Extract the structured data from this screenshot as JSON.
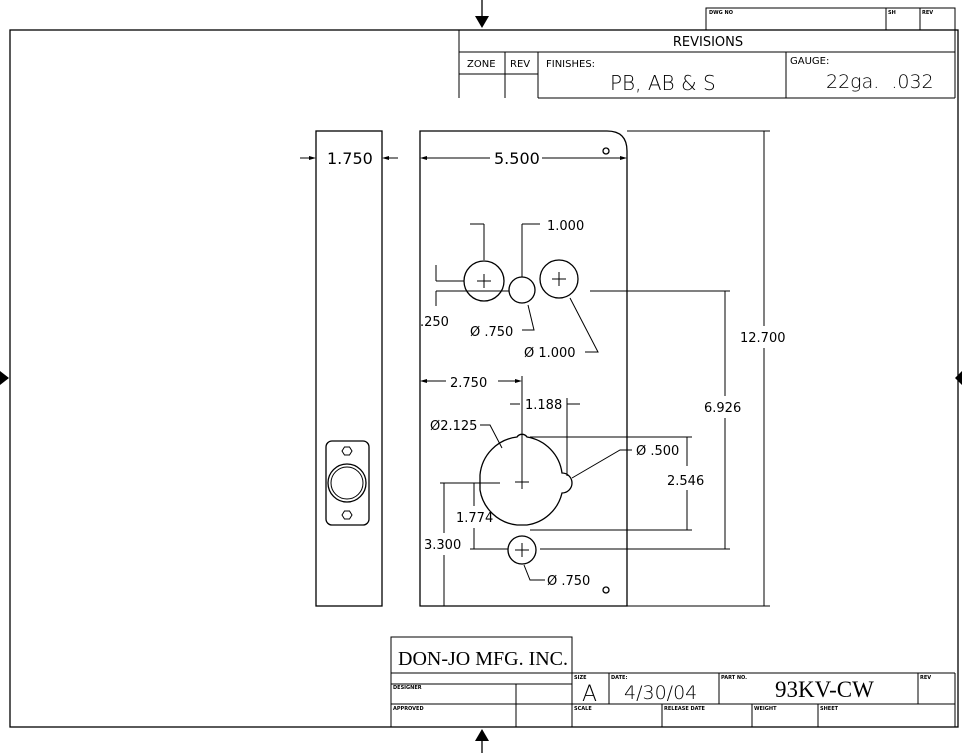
{
  "title_block": {
    "company": "DON-JO MFG. INC.",
    "designer_label": "DESIGNER",
    "approved_label": "APPROVED",
    "size_label": "SIZE",
    "size": "A",
    "date_label": "DATE:",
    "date": "4/30/04",
    "part_no_label": "PART NO.",
    "part_no": "93KV-CW",
    "rev_label": "REV",
    "scale_label": "SCALE",
    "release_date_label": "RELEASE DATE",
    "weight_label": "WEIGHT",
    "sheet_label": "SHEET"
  },
  "header_block": {
    "dwg_no_label": "DWG NO",
    "sh_label": "SH",
    "rev_label": "REV",
    "revisions_label": "REVISIONS",
    "zone_label": "ZONE",
    "rev_col_label": "REV",
    "finishes_label": "FINISHES:",
    "finishes": "PB, AB & S",
    "gauge_label": "GAUGE:",
    "gauge": "22ga.  .032"
  },
  "dimensions": {
    "side_width": "1.750",
    "plate_width": "5.500",
    "hole_spacing": "1.000",
    "offset_250": ".250",
    "dia_750_top": "Ø .750",
    "dia_1000": "Ø 1.000",
    "height": "12.700",
    "backset": "2.750",
    "offset_1188": "1.188",
    "dia_2125": "Ø2.125",
    "dia_500": "Ø .500",
    "dim_6926": "6.926",
    "dim_2546": "2.546",
    "dim_1774": "1.774",
    "dim_3300": "3.300",
    "dia_750_bottom": "Ø .750"
  }
}
